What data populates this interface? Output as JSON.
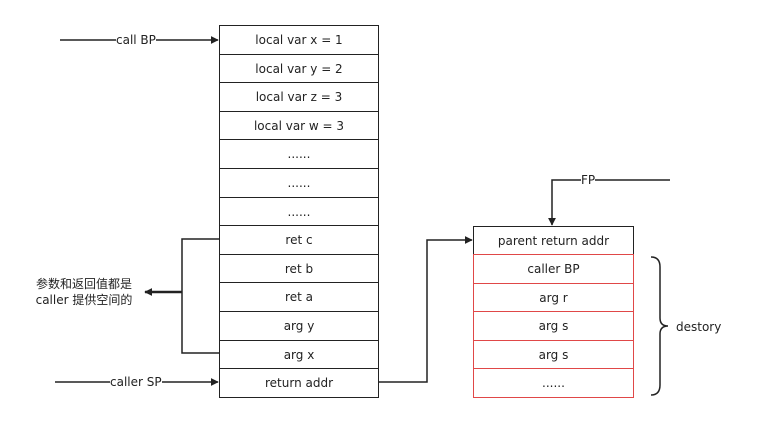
{
  "colors": {
    "stroke": "#222222",
    "highlight": "#e04848",
    "background": "#ffffff"
  },
  "left_stack": [
    "local var x = 1",
    "local var y = 2",
    "local var z = 3",
    "local var w = 3",
    "......",
    "......",
    "......",
    "ret c",
    "ret b",
    "ret a",
    "arg y",
    "arg x",
    "return addr"
  ],
  "right_stack": {
    "header": "parent return addr",
    "cells": [
      "caller BP",
      "arg r",
      "arg s",
      "arg s",
      "......"
    ]
  },
  "labels": {
    "call_bp": "call BP",
    "caller_sp": "caller SP",
    "fp": "FP",
    "note_line1": "参数和返回值都是",
    "note_line2": "caller 提供空间的",
    "destroy": "destory"
  }
}
